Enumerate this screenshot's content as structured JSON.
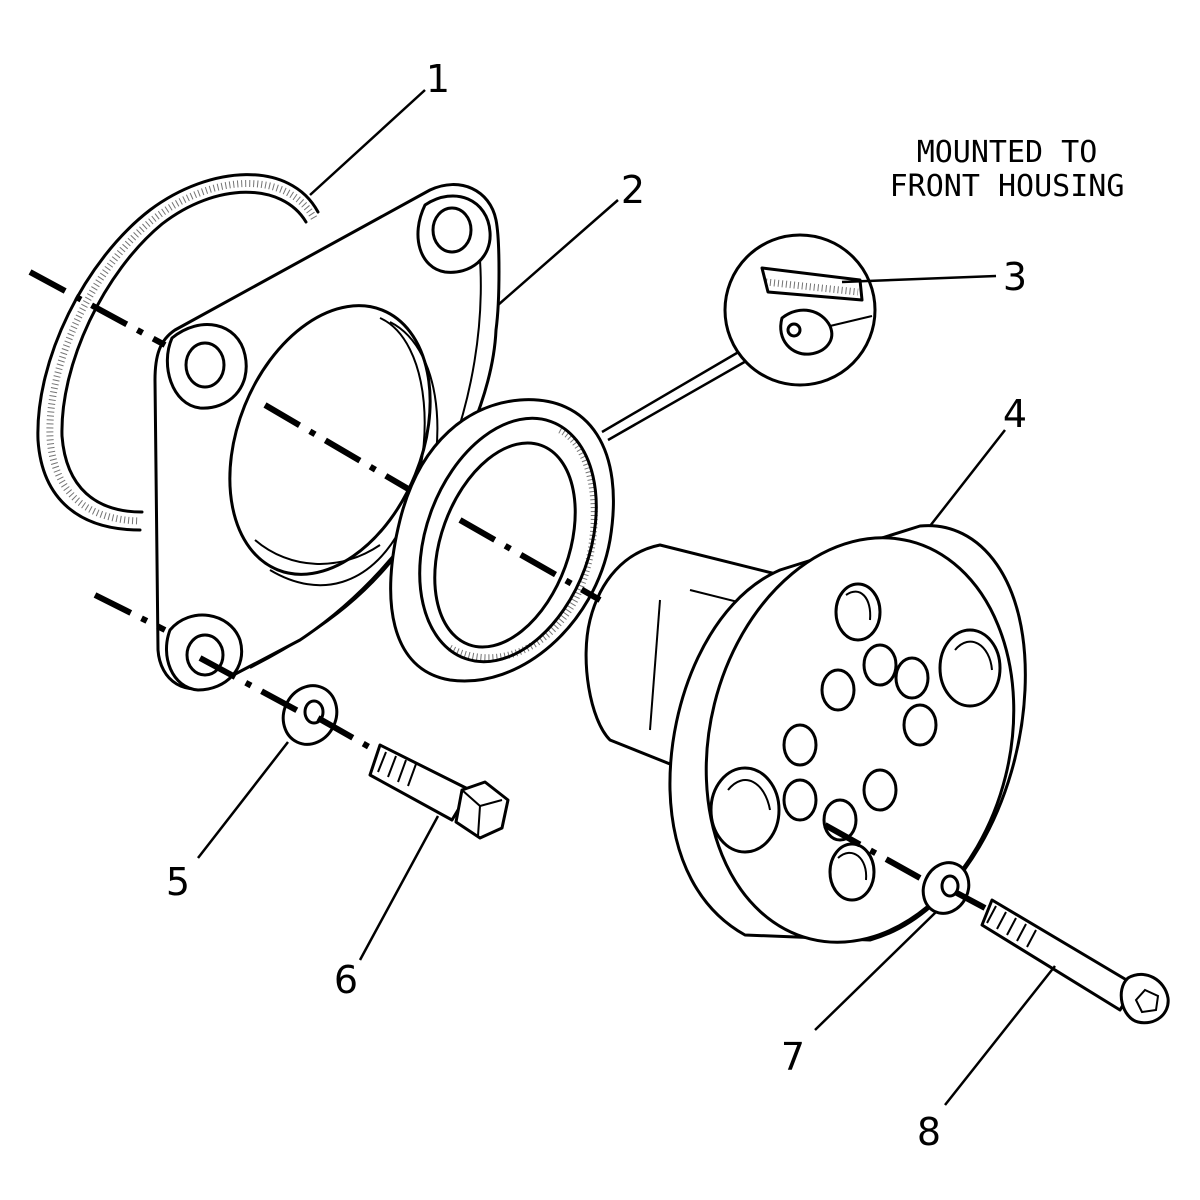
{
  "note": {
    "line1": "MOUNTED TO",
    "line2": "FRONT HOUSING"
  },
  "callouts": {
    "c1": "1",
    "c2": "2",
    "c3": "3",
    "c4": "4",
    "c5": "5",
    "c6": "6",
    "c7": "7",
    "c8": "8"
  }
}
